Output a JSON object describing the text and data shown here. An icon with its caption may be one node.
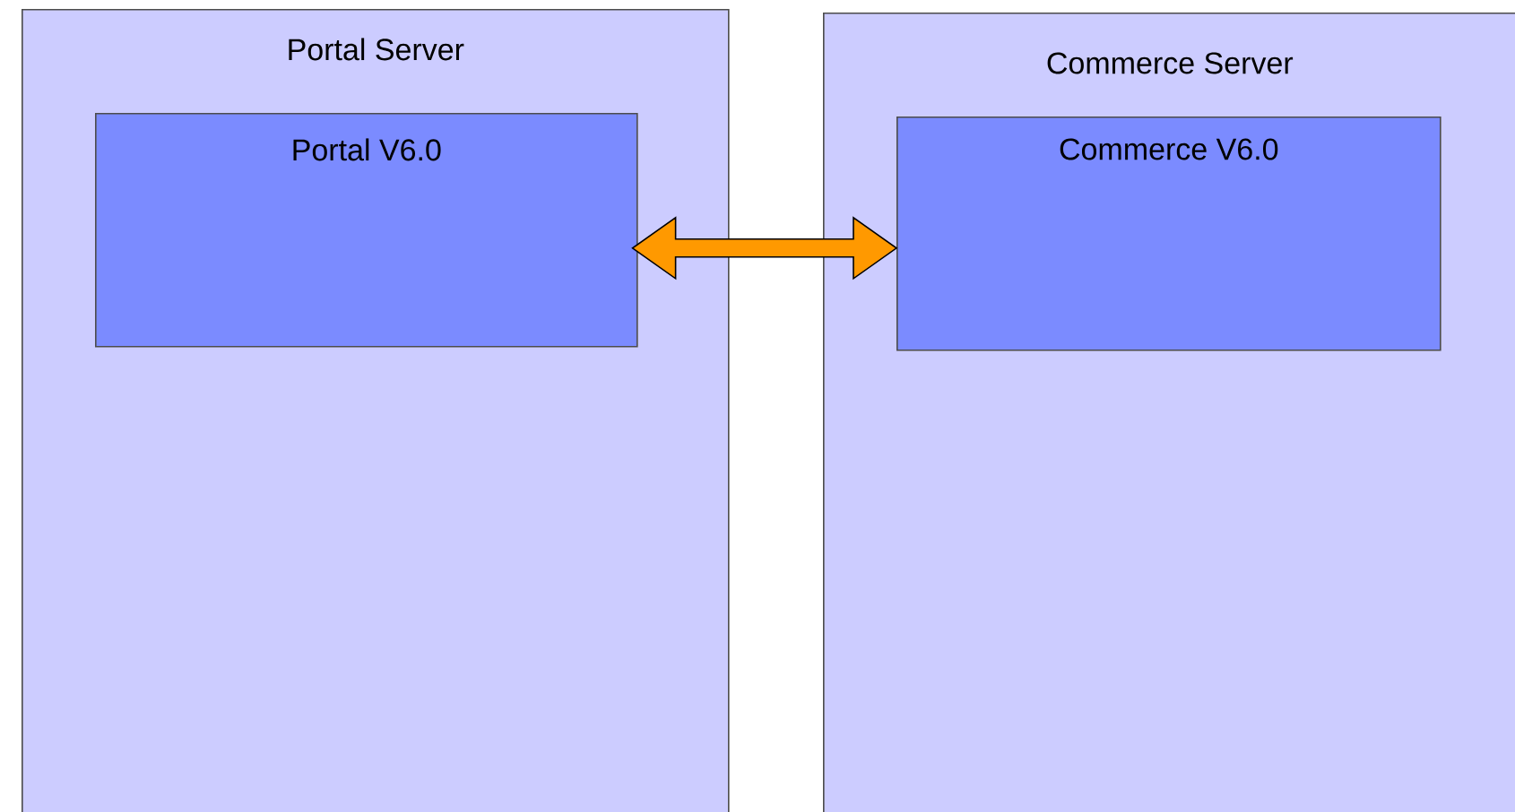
{
  "diagram": {
    "nodes": [
      {
        "text": [
          "Portal Server"
        ]
      },
      {
        "text": [
          "Portal V6.0"
        ],
        "in": 0
      },
      {
        "text": [
          "Commerce Server"
        ]
      },
      {
        "text": [
          "Commerce V6.0"
        ],
        "in": 2
      }
    ],
    "edges": [
      {
        "from": 1,
        "to": 3,
        "arrow": "both"
      }
    ]
  }
}
